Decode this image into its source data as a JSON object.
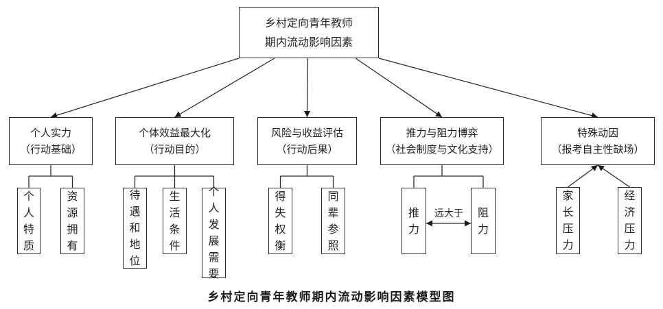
{
  "root": {
    "id": "root",
    "lines": [
      "乡村定向青年教师",
      "期内流动影响因素"
    ]
  },
  "categories": [
    {
      "id": "cat-individual-strength",
      "lines": [
        "个人实力",
        "（行动基础）"
      ],
      "children": [
        {
          "id": "personal-traits",
          "text": "个人特质"
        },
        {
          "id": "resource-ownership",
          "text": "资源拥有"
        }
      ],
      "child_direction": "down"
    },
    {
      "id": "cat-benefit-max",
      "lines": [
        "个体效益最大化",
        "（行动目的）"
      ],
      "children": [
        {
          "id": "pay-status",
          "text": "待遇和地位"
        },
        {
          "id": "living-conditions",
          "text": "生活条件"
        },
        {
          "id": "development-needs",
          "text": "个人发展需要"
        }
      ],
      "child_direction": "down"
    },
    {
      "id": "cat-risk-return",
      "lines": [
        "风险与收益评估",
        "（行动后果）"
      ],
      "children": [
        {
          "id": "gain-loss",
          "text": "得失权衡"
        },
        {
          "id": "peer-reference",
          "text": "同辈参照"
        }
      ],
      "child_direction": "down"
    },
    {
      "id": "cat-push-pull",
      "lines": [
        "推力与阻力博弈",
        "（社会制度与文化支持）"
      ],
      "children": [
        {
          "id": "push-force",
          "text": "推力"
        },
        {
          "id": "resist-force",
          "text": "阻力"
        }
      ],
      "child_direction": "down",
      "relation_label": "远大于"
    },
    {
      "id": "cat-special-motive",
      "lines": [
        "特殊动因",
        "（报考自主性缺场）"
      ],
      "children": [
        {
          "id": "parent-pressure",
          "text": "家长压力"
        },
        {
          "id": "economic-pressure",
          "text": "经济压力"
        }
      ],
      "child_direction": "up"
    }
  ],
  "caption": "乡村定向青年教师期内流动影响因素模型图",
  "colors": {
    "line": "#2b2b2b",
    "text": "#222222",
    "background": "#ffffff"
  }
}
